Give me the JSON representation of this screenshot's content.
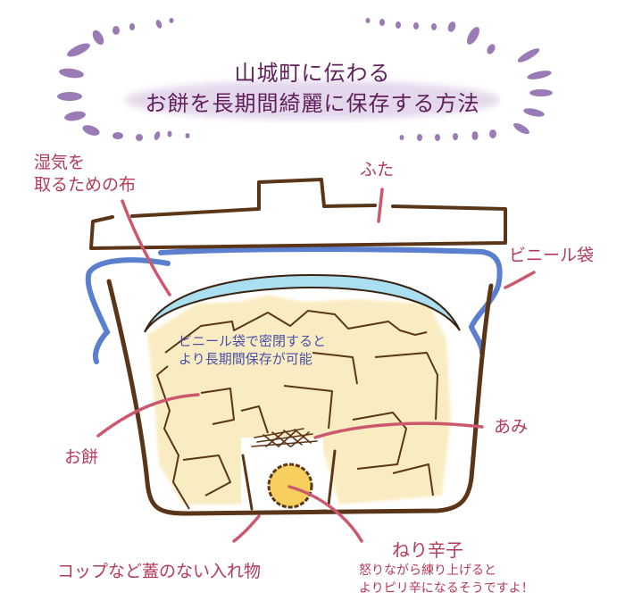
{
  "title": {
    "line1": "山城町に伝わる",
    "line2": "お餅を長期間綺麗に保存する方法"
  },
  "labels": {
    "cloth": {
      "line1": "湿気を",
      "line2": "取るための布"
    },
    "lid": "ふた",
    "plastic_bag": "ビニール袋",
    "mochi": "お餅",
    "net": "あみ",
    "cup": "コップなど蓋のない入れ物",
    "mustard": {
      "title": "ねり辛子",
      "note_line1": "怒りながら練り上げると",
      "note_line2": "よりピリ辛になるそうですよ！"
    }
  },
  "inner_note": {
    "line1": "ビニール袋で密閉すると",
    "line2": "より長期間保存が可能"
  },
  "colors": {
    "title": "#5e1f5a",
    "title_accent": "#9b7bb5",
    "label": "#b43a5a",
    "leader_line": "#cc5870",
    "pot_outline": "#5a3518",
    "plastic_bag": "#5b7fcf",
    "cloth": "#a9dff0",
    "mochi": "#faecc2",
    "mustard": "#f7cf5e",
    "inner_note": "#4a50a8"
  }
}
